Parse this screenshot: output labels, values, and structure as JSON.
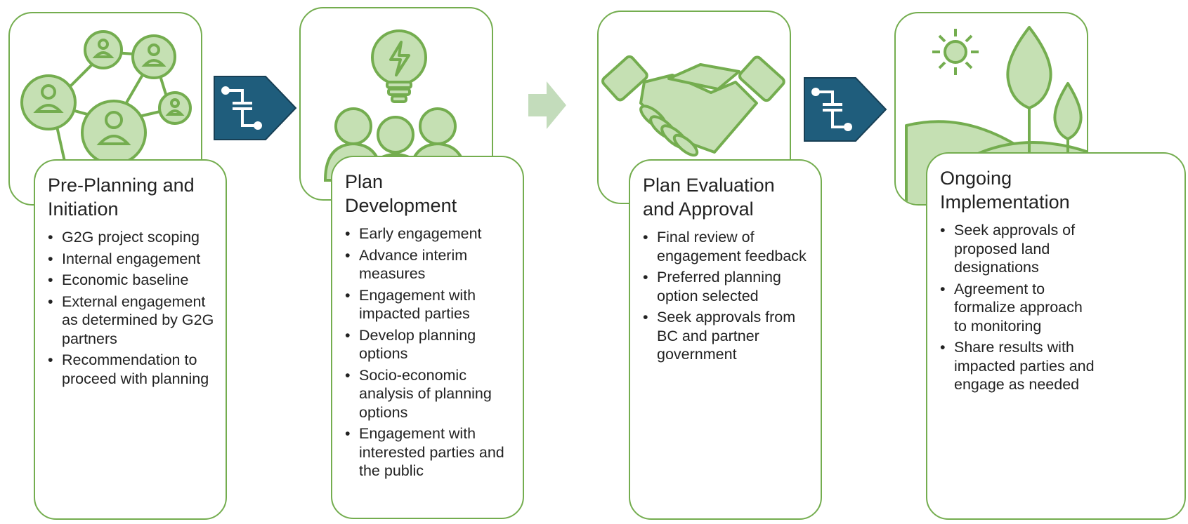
{
  "colors": {
    "green_stroke": "#74ad4f",
    "green_fill": "#c5e0b3",
    "connector_blue": "#1f5d7c",
    "arrow_light": "#c3dcbb"
  },
  "stages": [
    {
      "title": "Pre-Planning and Initiation",
      "icon": "network-people-icon",
      "items": [
        "G2G project scoping",
        "Internal engagement",
        "Economic baseline",
        "External engagement as determined by G2G partners",
        "Recommendation to proceed with planning"
      ]
    },
    {
      "title": "Plan Development",
      "icon": "lightbulb-group-icon",
      "items": [
        "Early engagement",
        "Advance interim measures",
        "Engagement with impacted parties",
        "Develop planning options",
        "Socio-economic analysis of planning options",
        "Engagement with interested parties and the public"
      ]
    },
    {
      "title": "Plan Evaluation and Approval",
      "icon": "handshake-icon",
      "items": [
        "Final review of engagement feedback",
        "Preferred planning option selected",
        "Seek approvals from BC and partner government"
      ]
    },
    {
      "title": "Ongoing Implementation",
      "icon": "landscape-sun-tree-icon",
      "items": [
        "Seek approvals of proposed land designations",
        "Agreement to formalize approach to monitoring",
        "Share results with impacted parties and engage as needed"
      ]
    }
  ],
  "connectors": [
    "step-connector-icon",
    "next-arrow-icon",
    "step-connector-icon"
  ]
}
